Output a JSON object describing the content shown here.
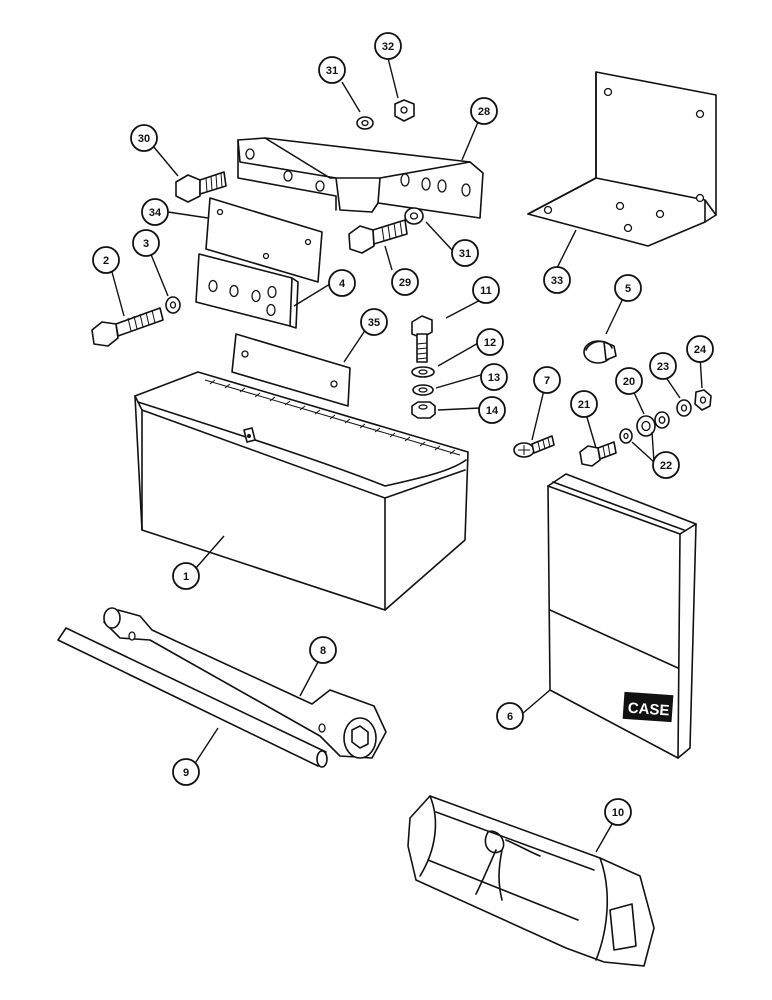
{
  "diagram": {
    "brand_logo_text": "CASE",
    "callouts": [
      {
        "id": "c1",
        "label": "1"
      },
      {
        "id": "c2",
        "label": "2"
      },
      {
        "id": "c3",
        "label": "3"
      },
      {
        "id": "c4",
        "label": "4"
      },
      {
        "id": "c5",
        "label": "5"
      },
      {
        "id": "c6",
        "label": "6"
      },
      {
        "id": "c7",
        "label": "7"
      },
      {
        "id": "c8",
        "label": "8"
      },
      {
        "id": "c9",
        "label": "9"
      },
      {
        "id": "c10",
        "label": "10"
      },
      {
        "id": "c11",
        "label": "11"
      },
      {
        "id": "c12",
        "label": "12"
      },
      {
        "id": "c13",
        "label": "13"
      },
      {
        "id": "c14",
        "label": "14"
      },
      {
        "id": "c20",
        "label": "20"
      },
      {
        "id": "c21",
        "label": "21"
      },
      {
        "id": "c22",
        "label": "22"
      },
      {
        "id": "c23",
        "label": "23"
      },
      {
        "id": "c24",
        "label": "24"
      },
      {
        "id": "c28",
        "label": "28"
      },
      {
        "id": "c29",
        "label": "29"
      },
      {
        "id": "c30",
        "label": "30"
      },
      {
        "id": "c31a",
        "label": "31"
      },
      {
        "id": "c31b",
        "label": "31"
      },
      {
        "id": "c32",
        "label": "32"
      },
      {
        "id": "c33",
        "label": "33"
      },
      {
        "id": "c34",
        "label": "34"
      },
      {
        "id": "c35",
        "label": "35"
      }
    ]
  }
}
